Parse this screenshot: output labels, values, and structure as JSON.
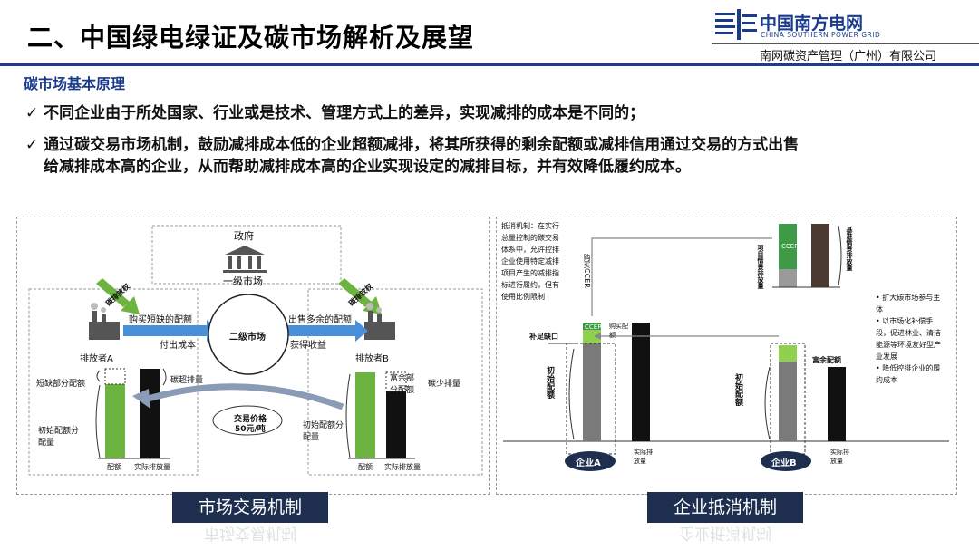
{
  "header": {
    "title": "二、中国绿电绿证及碳市场解析及展望",
    "logo_cn": "中国南方电网",
    "logo_en": "CHINA SOUTHERN POWER GRID",
    "company": "南网碳资产管理（广州）有限公司"
  },
  "section": {
    "subtitle": "碳市场基本原理",
    "bullets": [
      "✓ 不同企业由于所处国家、行业或是技术、管理方式上的差异，实现减排的成本是不同的；",
      "✓ 通过碳交易市场机制，鼓励减排成本低的企业超额减排，将其所获得的剩余配额或减排信用通过交易的方式出售",
      "给减排成本高的企业，从而帮助减排成本高的企业实现设定的减排目标，并有效降低履约成本。"
    ]
  },
  "left_diagram": {
    "caption": "市场交易机制",
    "gov": "政府",
    "primary_market": "一级市场",
    "secondary_market": "二级市场",
    "emission_right": "碳排放权",
    "buy_short": "购买短缺的配额",
    "pay_cost": "付出成本",
    "sell_surplus": "出售多余的配额",
    "gain_income": "获得收益",
    "emitter_a": "排放者A",
    "emitter_b": "排放者B",
    "short_quota": "短缺部分配额",
    "over_emission": "碳超排量",
    "surplus_quota": "富余部分配额",
    "less_emission": "碳少排量",
    "init_quota_a": "初始配额分配量",
    "init_quota_b": "初始配额分配量",
    "trade_price": "交易价格",
    "price_value": "50元/吨",
    "bar_quota": "配额",
    "bar_actual": "实际排放量"
  },
  "right_diagram": {
    "caption": "企业抵消机制",
    "offset_note": "抵消机制：在实行总量控制的碳交易体系中，允许控排企业使用特定减排项目产生的减排指标进行履约，但有使用比例限制",
    "ccer": "CCER",
    "buy_ccer": "购买CCER",
    "buy_quota": "购买配额",
    "gap": "补足缺口",
    "init_quota": "初始配额",
    "actual": "实际排放量",
    "ent_a": "企业A",
    "ent_b": "企业B",
    "surplus": "富余配额",
    "project_emission": "项目情景排放量",
    "baseline_emission": "基准情景排放量",
    "benefits": [
      "扩大碳市场参与主体",
      "以市场化补偿手段，促进林业、清洁能源等环境友好型产业发展",
      "降低控排企业的履约成本"
    ]
  },
  "colors": {
    "green": "#6db33f",
    "dark_green": "#3f8f3a",
    "gray": "#7a7a7a",
    "navy": "#1e2e4e",
    "blue": "#1f3b8f"
  }
}
